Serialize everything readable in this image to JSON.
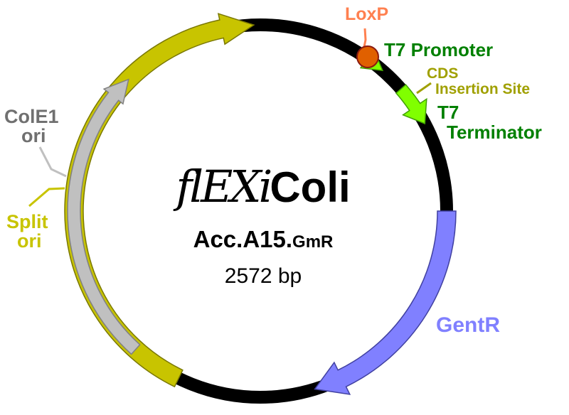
{
  "plasmid": {
    "title_script": "flEXi",
    "title_plain": "Coli",
    "name_main": "Acc.A15.",
    "name_suffix": "GmR",
    "size": "2572 bp",
    "length_bp": 2572
  },
  "colors": {
    "backbone": "#000000",
    "split_ori": "#c8c400",
    "cole1_ori": "#c0c0c0",
    "gentr": "#8080ff",
    "t7": "#80ff00",
    "loxp": "#e06000",
    "loxp_label": "#ff8050",
    "t7_label": "#008000",
    "cds_label": "#a0a000",
    "cole1_label": "#707070",
    "split_label": "#c8c400",
    "gentr_label": "#8080ff"
  },
  "features": [
    {
      "id": "split-ori",
      "label": "Split\nori",
      "type": "origin",
      "direction": "clockwise"
    },
    {
      "id": "cole1-ori",
      "label": "ColE1\nori",
      "type": "origin",
      "direction": "clockwise"
    },
    {
      "id": "loxp",
      "label": "LoxP",
      "type": "site"
    },
    {
      "id": "t7-promoter",
      "label": "T7 Promoter",
      "type": "promoter",
      "direction": "clockwise"
    },
    {
      "id": "cds-insertion-site",
      "label": "CDS\nInsertion Site",
      "type": "site"
    },
    {
      "id": "t7-terminator",
      "label": "T7\nTerminator",
      "type": "terminator",
      "direction": "clockwise"
    },
    {
      "id": "gentr",
      "label": "GentR",
      "type": "cds",
      "direction": "clockwise"
    }
  ],
  "labels": {
    "loxp": "LoxP",
    "t7_promoter": "T7 Promoter",
    "cds_line1": "CDS",
    "cds_line2": "Insertion Site",
    "t7_term_line1": "T7",
    "t7_term_line2": "Terminator",
    "cole1_line1": "ColE1",
    "cole1_line2": "ori",
    "split_line1": "Split",
    "split_line2": "ori",
    "gentr": "GentR"
  }
}
